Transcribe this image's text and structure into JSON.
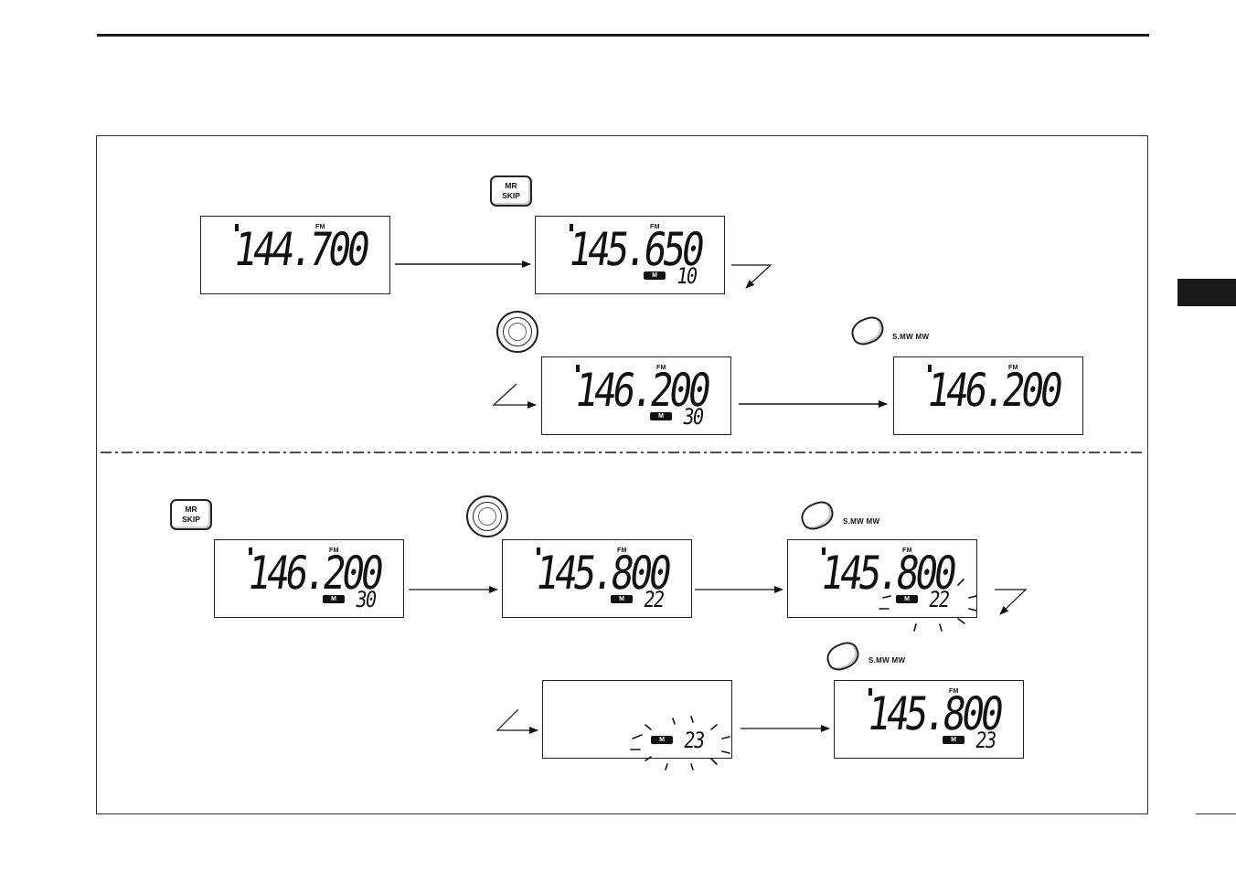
{
  "step1": {
    "key_mr_skip": {
      "line1": "MR",
      "line2": "SKIP"
    },
    "dial_label": "",
    "smw_label": "S.MW MW",
    "displays": [
      {
        "bar": true,
        "fm": "FM",
        "freq": "144.700",
        "m": "",
        "channel": ""
      },
      {
        "bar": true,
        "fm": "FM",
        "freq": "145.650",
        "m": "M",
        "channel": "10"
      },
      {
        "bar": true,
        "fm": "FM",
        "freq": "146.200",
        "m": "M",
        "channel": "30"
      },
      {
        "bar": true,
        "fm": "FM",
        "freq": "146.200",
        "m": "",
        "channel": ""
      }
    ]
  },
  "step2": {
    "key_mr_skip": {
      "line1": "MR",
      "line2": "SKIP"
    },
    "smw_label_1": "S.MW MW",
    "smw_label_2": "S.MW MW",
    "displays": [
      {
        "bar": true,
        "fm": "FM",
        "freq": "146.200",
        "m": "M",
        "channel": "30"
      },
      {
        "bar": true,
        "fm": "FM",
        "freq": "145.800",
        "m": "M",
        "channel": "22"
      },
      {
        "bar": true,
        "fm": "FM",
        "freq": "145.800",
        "m": "M",
        "channel": "22",
        "blinking": true
      },
      {
        "bar": false,
        "fm": "",
        "freq": "",
        "m": "M",
        "channel": "23",
        "blinking": true
      },
      {
        "bar": true,
        "fm": "FM",
        "freq": "145.800",
        "m": "M",
        "channel": "23"
      }
    ]
  }
}
